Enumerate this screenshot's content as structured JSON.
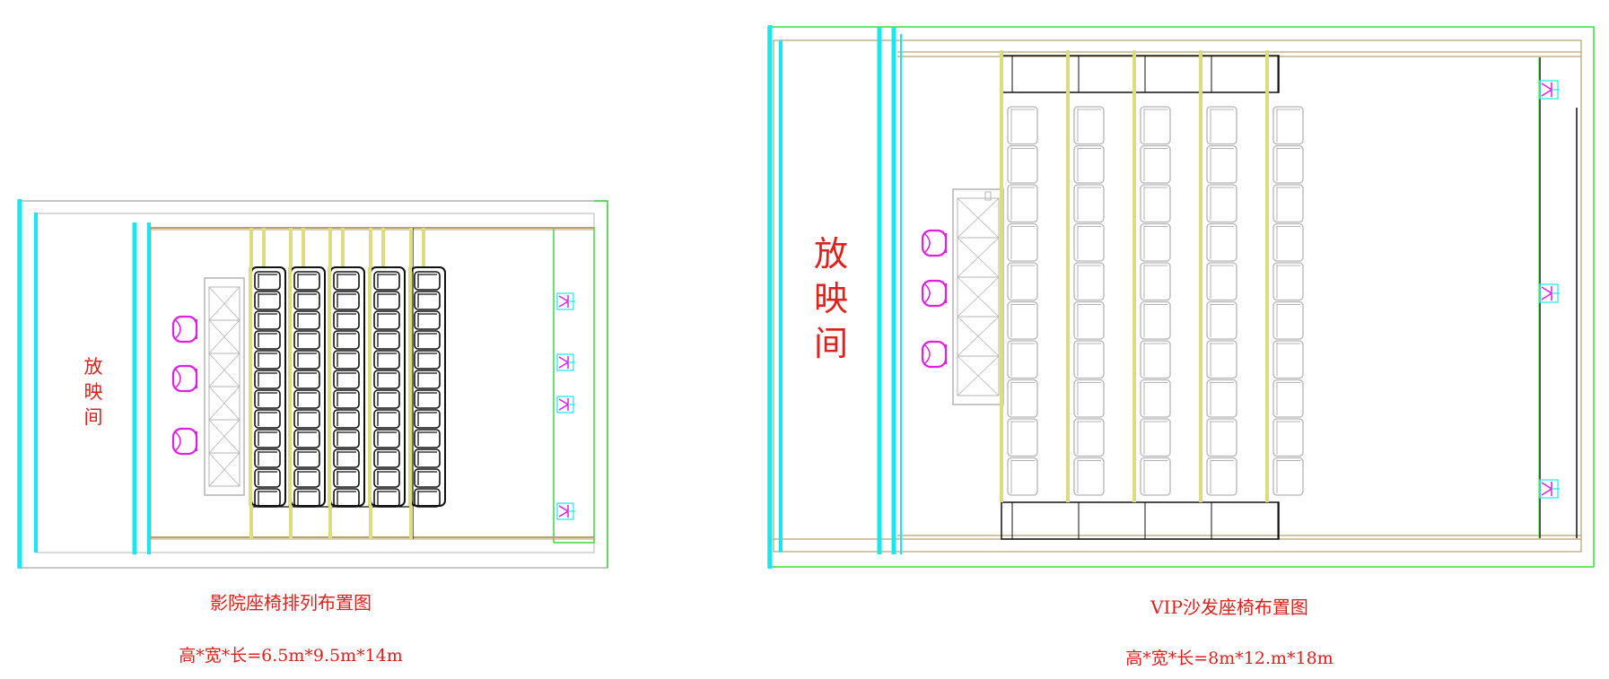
{
  "colors": {
    "cyan": "#17e8ef",
    "green": "#3cdc3c",
    "tan": "#b8a070",
    "gray": "#b4b4b4",
    "yellow": "#dcdc80",
    "magenta": "#e020e0",
    "label_red": "#e0201c",
    "black": "#111111"
  },
  "left_plan": {
    "projection_room_label": [
      "放",
      "映",
      "间"
    ],
    "title": "影院座椅排列布置图",
    "dimensions": "高*宽*长=6.5m*9.5m*14m",
    "seat_columns": 5,
    "seats_per_column": 12,
    "projectors": 3,
    "speakers": 4
  },
  "right_plan": {
    "projection_room_label": [
      "放",
      "映",
      "间"
    ],
    "title": "VIP沙发座椅布置图",
    "dimensions": "高*宽*长=8m*12.m*18m",
    "seat_columns": 5,
    "seats_per_column": 10,
    "projectors": 3,
    "speakers": 3
  }
}
